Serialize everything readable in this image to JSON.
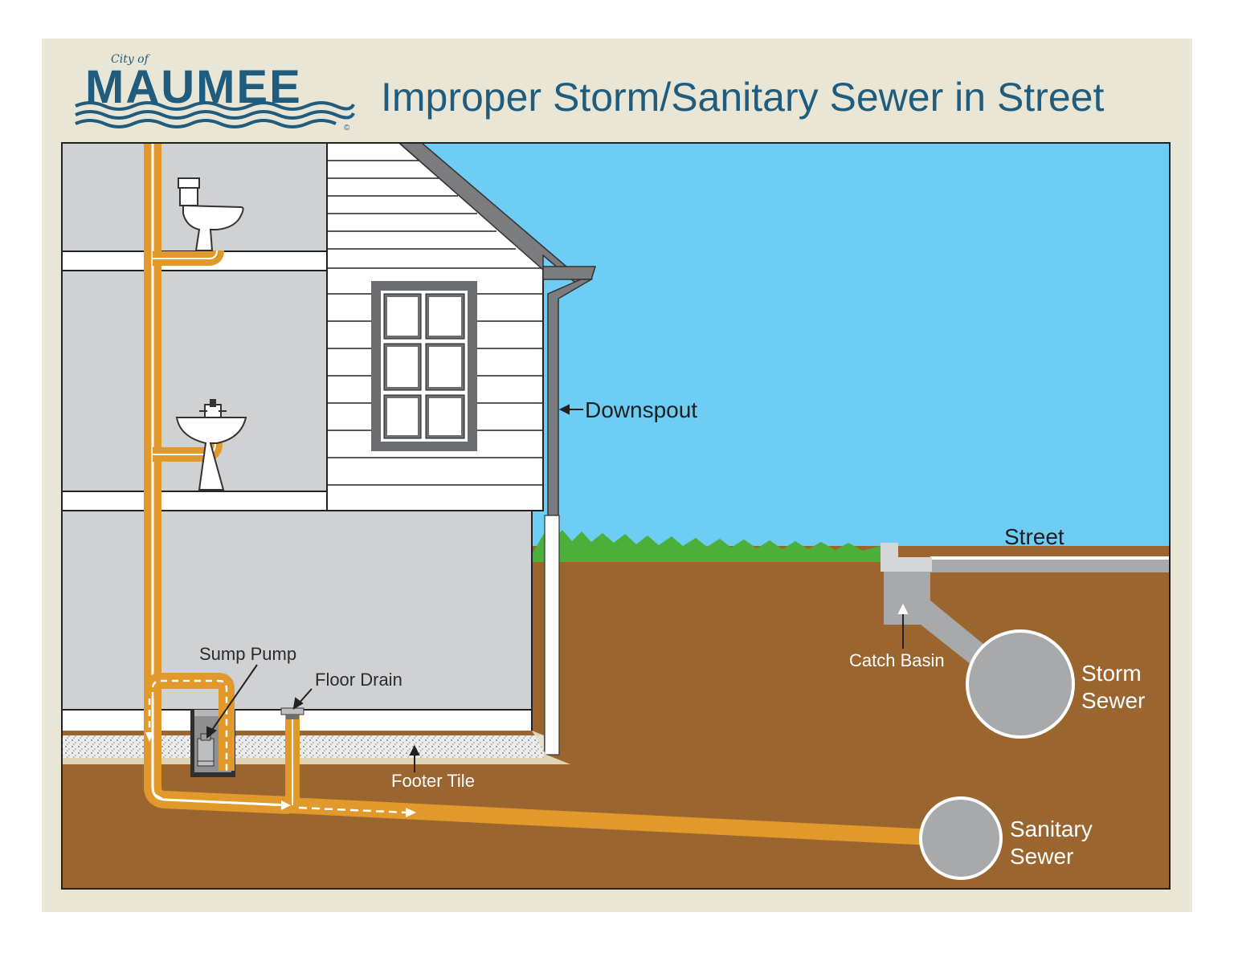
{
  "logo": {
    "city_of": "City of",
    "name": "MAUMEE",
    "mark": "©"
  },
  "title": "Improper Storm/Sanitary Sewer in Street",
  "labels": {
    "downspout": "Downspout",
    "street": "Street",
    "catch_basin": "Catch Basin",
    "storm_sewer_line1": "Storm",
    "storm_sewer_line2": "Sewer",
    "sump_pump": "Sump Pump",
    "floor_drain": "Floor Drain",
    "footer_tile": "Footer Tile",
    "sanitary_sewer_line1": "Sanitary",
    "sanitary_sewer_line2": "Sewer"
  },
  "colors": {
    "background": "#e9e6d6",
    "sky": "#6dcdf4",
    "soil": "#9b6530",
    "grass": "#4caf3a",
    "interior_wall": "#d0d1d3",
    "pipe": "#e0992a",
    "title": "#1f5c7d",
    "sewer": "#a8a9ab"
  },
  "icons": [
    "toilet-icon",
    "sink-icon",
    "sump-pump-icon",
    "floor-drain-icon",
    "window-icon"
  ]
}
